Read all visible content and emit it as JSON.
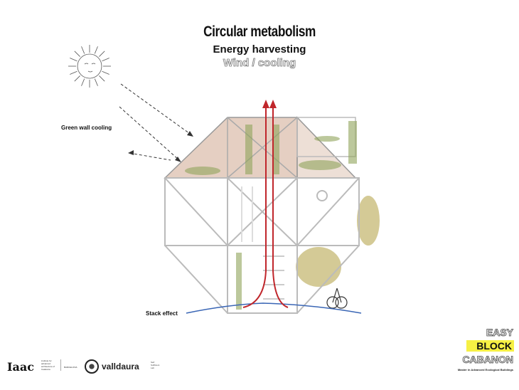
{
  "title": "Circular metabolism",
  "subtitle": "Energy harvesting",
  "subsubtitle": "Wind / cooling",
  "annotations": {
    "green_wall": "Green wall cooling",
    "stack_effect": "Stack effect"
  },
  "logos": {
    "iaac": "Iaac",
    "iaac_sub": "institute for advanced architecture of Catalonia",
    "iaac_city": "BARCELONA",
    "valldaura": "valldaura",
    "valldaura_sub": "Self Sufficient Lab",
    "easy": "EASY",
    "block": "BLOCK",
    "cabanon": "CABANON",
    "master": "Master in Advanced Ecological Buildings"
  },
  "colors": {
    "airflow": "#c0262b",
    "ground": "#3a66b5",
    "roof": "#dcbfae",
    "block_highlight": "#f6f044"
  }
}
